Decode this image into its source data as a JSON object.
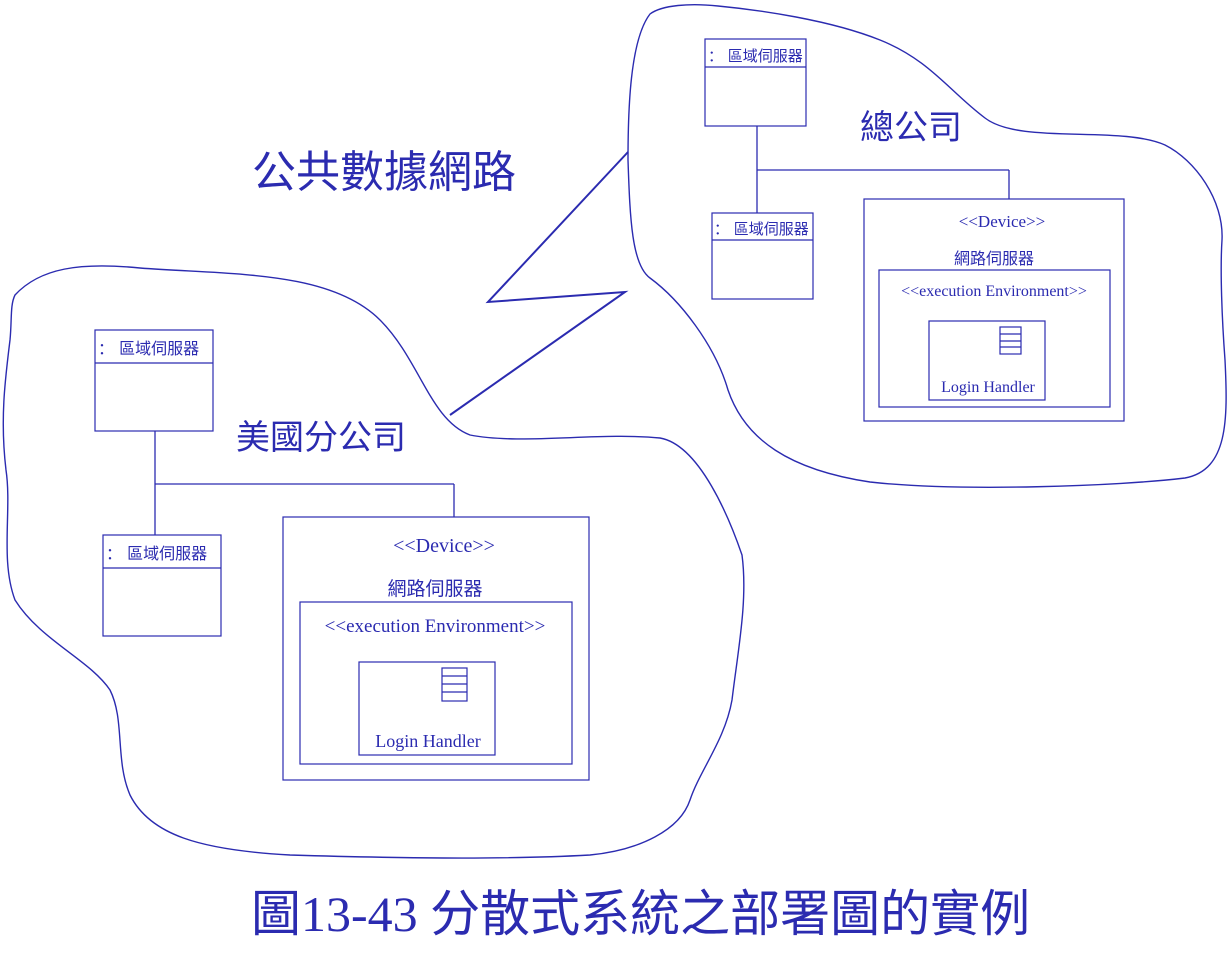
{
  "labels": {
    "public_network": "公共數據網路",
    "hq": "總公司",
    "us_branch": "美國分公司",
    "caption": "圖13-43 分散式系統之部署圖的實例"
  },
  "hq": {
    "server_top": "： 區域伺服器",
    "server_bottom": "： 區域伺服器",
    "device_stereotype": "<<Device>>",
    "device_name": "網路伺服器",
    "env": "<<execution Environment>>",
    "component": "Login Handler"
  },
  "branch": {
    "server_top": "： 區域伺服器",
    "server_bottom": "： 區域伺服器",
    "device_stereotype": "<<Device>>",
    "device_name": "網路伺服器",
    "env": "<<execution Environment>>",
    "component": "Login Handler"
  },
  "colors": {
    "ink": "#2b2bb0",
    "background": "#ffffff"
  },
  "icons": [
    "component-icon"
  ]
}
